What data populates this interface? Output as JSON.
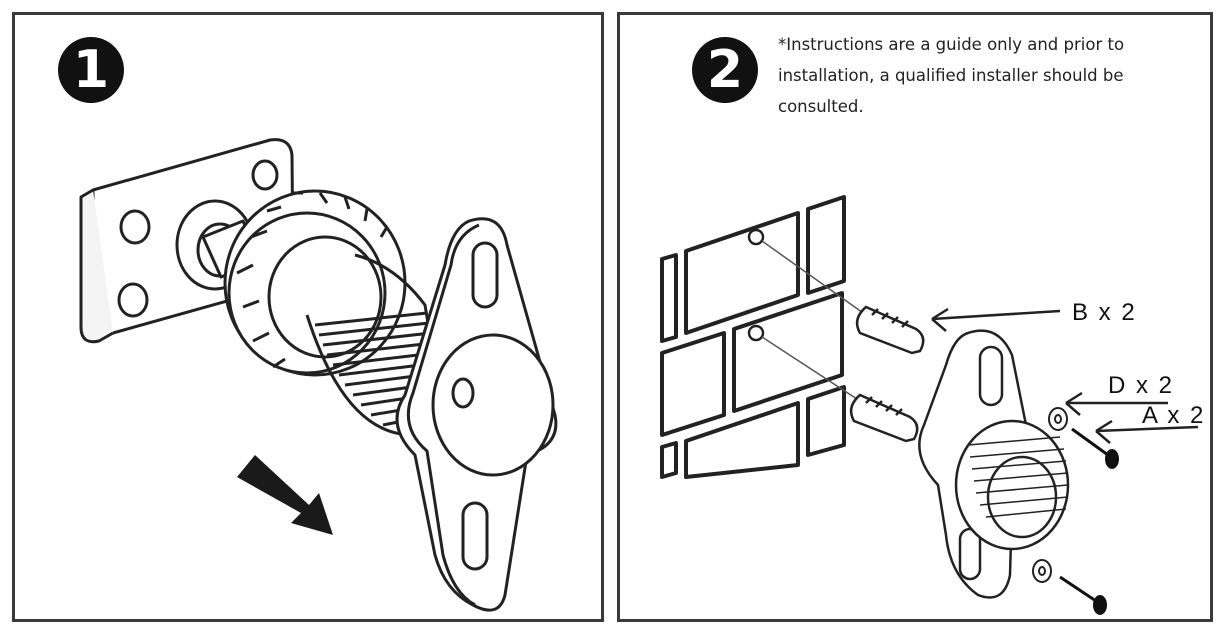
{
  "steps": [
    {
      "number": "1"
    },
    {
      "number": "2",
      "note": "*Instructions are a guide only and prior to installation, a qualified installer should be consulted."
    }
  ],
  "parts": {
    "b": "B x 2",
    "d": "D x 2",
    "a": "A x 2"
  },
  "icons": [
    "arrow-icon",
    "mount-icon",
    "screw-icon",
    "wall-plug-icon",
    "washer-icon",
    "brick-wall-icon"
  ]
}
